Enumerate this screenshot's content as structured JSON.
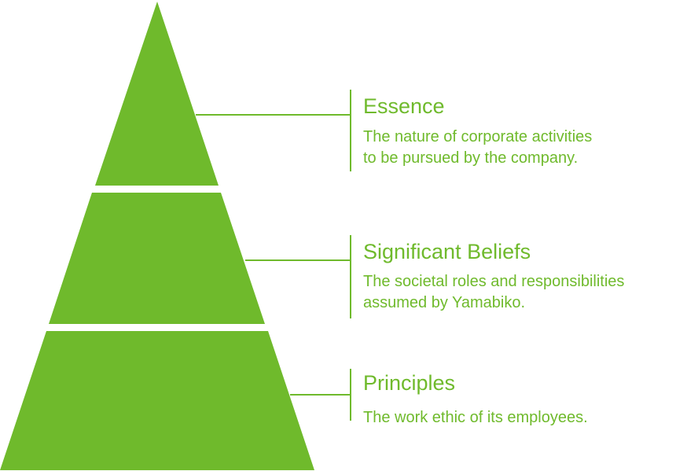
{
  "colors": {
    "green": "#6fba2c",
    "white": "#ffffff"
  },
  "tiers": [
    {
      "title": "Essence",
      "description_lines": [
        "The nature of corporate activities",
        "to be pursued by the company."
      ]
    },
    {
      "title": "Significant Beliefs",
      "description_lines": [
        "The societal roles and responsibilities",
        "assumed by Yamabiko."
      ]
    },
    {
      "title": "Principles",
      "description_lines": [
        "The work ethic of its employees."
      ]
    }
  ]
}
